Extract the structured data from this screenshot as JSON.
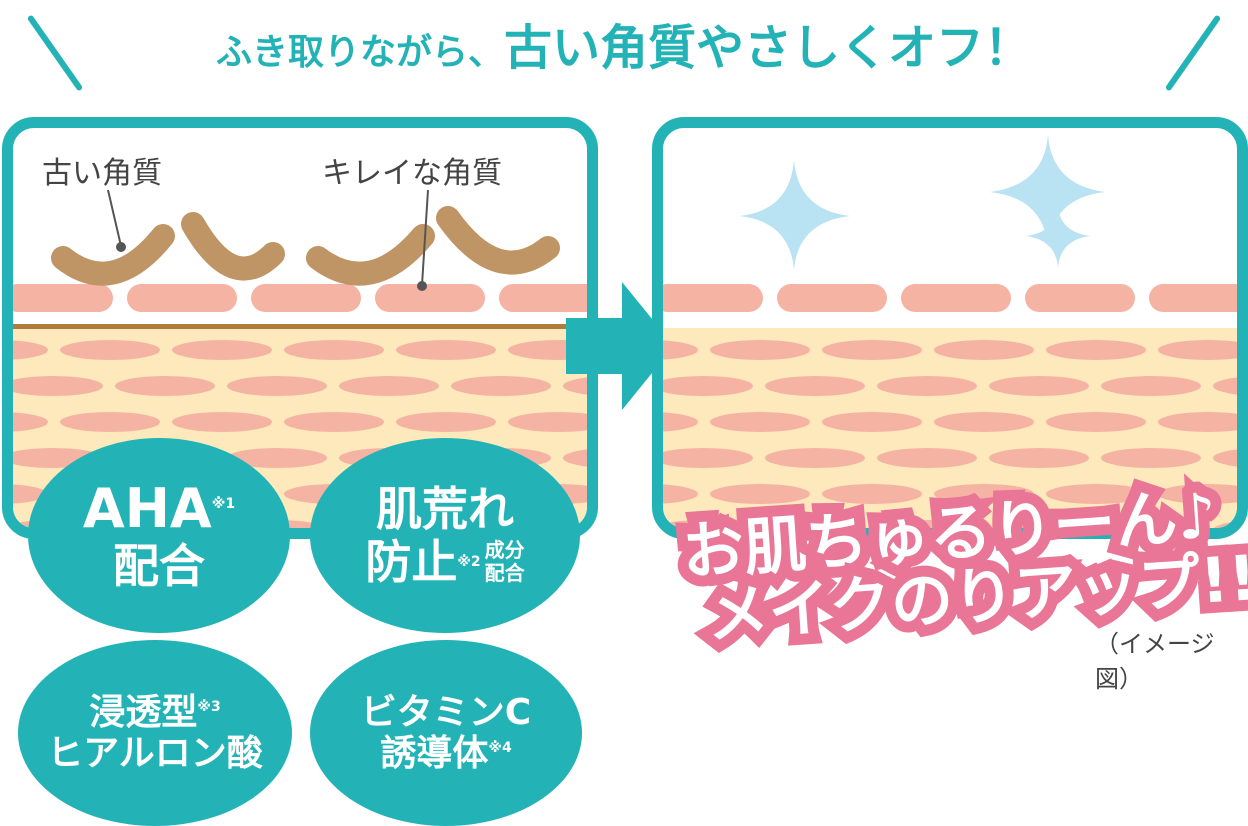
{
  "title": {
    "prefix": "ふき取りながら、",
    "main": "古い角質やさしくオフ！"
  },
  "left_panel": {
    "label_old": "古い角質",
    "label_clean": "キレイな角質"
  },
  "badges": [
    {
      "line1": "AHA",
      "sup1": "※1",
      "line2": "配合"
    },
    {
      "line1": "肌荒れ",
      "line2": "防止",
      "sup2": "※2",
      "extra1": "成分",
      "extra2": "配合"
    },
    {
      "line1": "浸透型",
      "sup1": "※3",
      "line2": "ヒアルロン酸"
    },
    {
      "line1": "ビタミンC",
      "line2": "誘導体",
      "sup2": "※4"
    }
  ],
  "result": {
    "line1": "お肌ちゅるりーん♪",
    "line2": "メイクのりアップ!!"
  },
  "note": "（イメージ図）",
  "colors": {
    "teal": "#23b3b6",
    "pink": "#e97597",
    "skin_pink": "#f4b3a3",
    "horn": "#c09565",
    "dermis": "#fde9bb"
  }
}
